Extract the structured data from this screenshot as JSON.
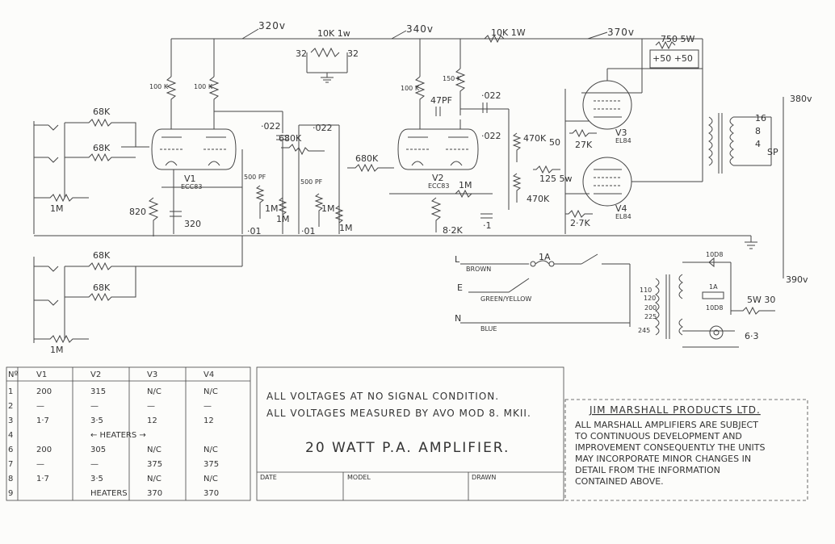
{
  "rails": {
    "v1": "320v",
    "v2": "340v",
    "v3": "370v",
    "out_hi": "380v",
    "out_lo": "390v"
  },
  "parts": {
    "r_10k_1w_a": "10K 1w",
    "c32_left": "32",
    "c32_right": "32",
    "r_10k_1w_b": "10K 1W",
    "r_750_5w": "750 5W",
    "c_50_50": "+50 +50",
    "r100k_a": "100 K",
    "r100k_b": "100 K",
    "r100k_c": "100 K",
    "r150k": "150 K",
    "c47pf": "47PF",
    "c022_top": "·022",
    "r68k_1": "68K",
    "r68k_2": "68K",
    "r1m_in1": "1M",
    "c022_v1": "·022",
    "c022_b": "·022",
    "r680k_a": "680K",
    "r680k_b": "680K",
    "v1_label": "V1",
    "v1_type": "ECC83",
    "c500pf_a": "500 PF",
    "c500pf_b": "500 PF",
    "pot1m_a": "1M",
    "pot1m_b": "1M",
    "pot1m_c": "1M",
    "pot1m_d": "1M",
    "c01_a": "·01",
    "c01_b": "·01",
    "r820": "820",
    "c320": "320",
    "v2_label": "V2",
    "v2_type": "ECC83",
    "r1m_v2": "1M",
    "r82k": "8·2K",
    "c022_v2": "·022",
    "c1": "·1",
    "r470k_a": "470K",
    "r470k_b": "470K",
    "c50": "50",
    "r125_5w": "125 5w",
    "r27k": "27K",
    "r27k_b": "2·7K",
    "v3_label": "V3",
    "v3_type": "EL84",
    "v4_label": "V4",
    "v4_type": "EL84",
    "ot_16": "16",
    "ot_8": "8",
    "ot_4": "4",
    "ot_sp": "SP",
    "r68k_3": "68K",
    "r68k_4": "68K",
    "r1m_in2": "1M",
    "mains_l": "L",
    "mains_l_col": "BROWN",
    "mains_e": "E",
    "mains_e_col": "GREEN/YELLOW",
    "mains_n": "N",
    "mains_n_col": "BLUE",
    "fuse": "1A",
    "tap_110": "110",
    "tap_120": "120",
    "tap_200": "200",
    "tap_225": "225",
    "tap_245": "245",
    "diode1": "10D8",
    "diode2": "10D8",
    "fuse2": "1A",
    "r_5w30": "5W 30",
    "heater_63": "6·3"
  },
  "table": {
    "headers": [
      "Nº",
      "V1",
      "V2",
      "V3",
      "V4"
    ],
    "rows": [
      [
        "1",
        "200",
        "315",
        "N/C",
        "N/C"
      ],
      [
        "2",
        "—",
        "—",
        "—",
        "—"
      ],
      [
        "3",
        "1·7",
        "3·5",
        "12",
        "12"
      ],
      [
        "4",
        "",
        "← HEATERS →",
        "",
        ""
      ],
      [
        "6",
        "200",
        "305",
        "N/C",
        "N/C"
      ],
      [
        "7",
        "—",
        "—",
        "375",
        "375"
      ],
      [
        "8",
        "1·7",
        "3·5",
        "N/C",
        "N/C"
      ],
      [
        "9",
        "",
        "HEATERS",
        "370",
        "370"
      ]
    ]
  },
  "notes": {
    "line1": "ALL VOLTAGES AT NO SIGNAL CONDITION.",
    "line2": "ALL VOLTAGES MEASURED BY AVO MOD 8. MKII.",
    "title": "20 WATT P.A. AMPLIFIER.",
    "company": "JIM MARSHALL PRODUCTS LTD.",
    "disclaimer": [
      "ALL MARSHALL AMPLIFIERS ARE SUBJECT",
      "TO CONTINUOUS DEVELOPMENT AND",
      "IMPROVEMENT CONSEQUENTLY THE UNITS",
      "MAY INCORPORATE MINOR CHANGES IN",
      "DETAIL FROM THE INFORMATION",
      "CONTAINED ABOVE."
    ],
    "date": "DATE",
    "model": "MODEL",
    "drawn": "DRAWN"
  }
}
